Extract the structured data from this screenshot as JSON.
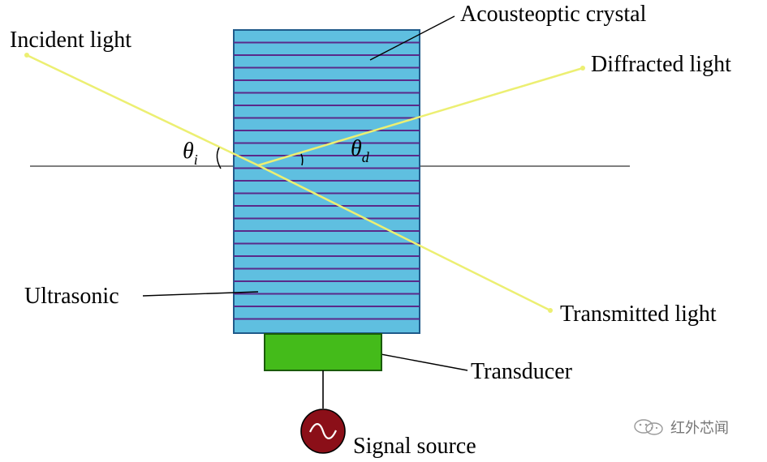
{
  "labels": {
    "acousteoptic_crystal": "Acousteoptic crystal",
    "incident_light": "Incident light",
    "diffracted_light": "Diffracted light",
    "transmitted_light": "Transmitted light",
    "ultrasonic": "Ultrasonic",
    "transducer": "Transducer",
    "signal_source": "Signal source",
    "theta_i": "θ",
    "theta_i_sub": "i",
    "theta_d": "θ",
    "theta_d_sub": "d"
  },
  "watermark": {
    "text": "红外芯闻"
  },
  "colors": {
    "crystal_fill": "#5fbfe0",
    "crystal_stripes": "#5a2a8a",
    "crystal_border": "#1f5a8a",
    "light_beam": "#ecef72",
    "transducer_fill": "#44bb1a",
    "signal_source_fill": "#8b0f18"
  }
}
